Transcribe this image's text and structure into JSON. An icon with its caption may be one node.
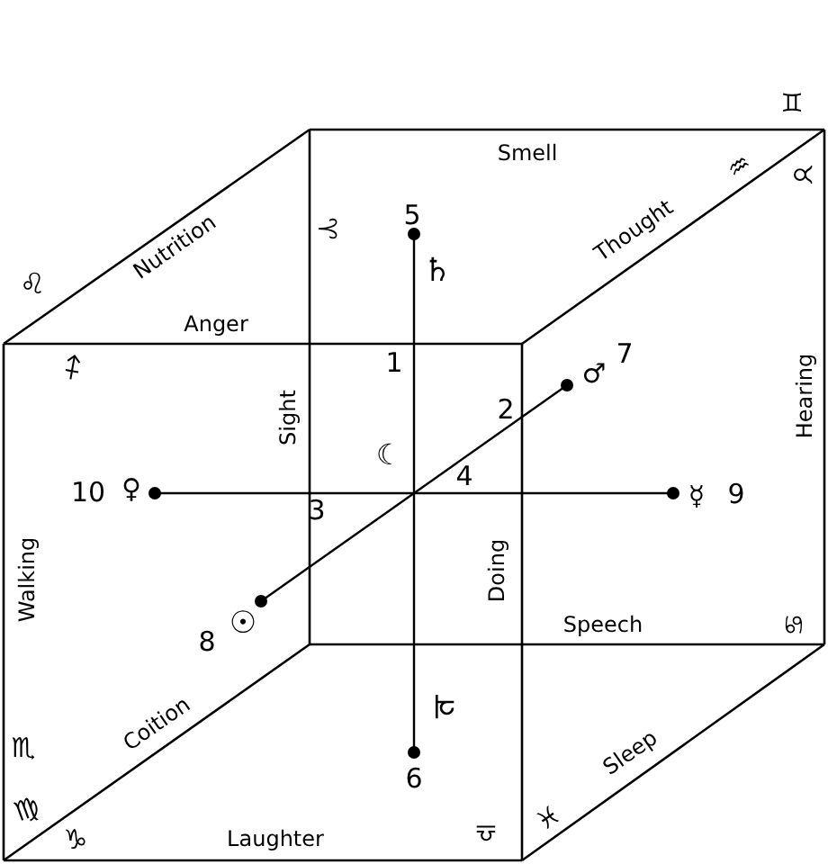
{
  "diagram": {
    "nodes": [
      {
        "text": [
          "5",
          "♄"
        ]
      },
      {
        "text": [
          "♃",
          "6"
        ]
      },
      {
        "text": [
          "10",
          "♀"
        ]
      },
      {
        "text": [
          "☿",
          "9"
        ]
      },
      {
        "text": [
          "☉",
          "8"
        ]
      },
      {
        "text": [
          "♂",
          "7"
        ]
      }
    ],
    "edges": [
      {
        "from": 0,
        "to": 1,
        "arrow": "none"
      },
      {
        "from": 2,
        "to": 3,
        "arrow": "none"
      },
      {
        "from": 4,
        "to": 5,
        "arrow": "none"
      }
    ],
    "labels": [
      "♊",
      "Smell",
      "♈",
      "♒",
      "♉",
      "Nutrition",
      "Thought",
      "♌",
      "♐",
      "Anger",
      "1",
      "2",
      "Sight",
      "☾",
      "Hearing",
      "4",
      "3",
      "Walking",
      "Doing",
      "Speech",
      "♋",
      "♏",
      "Coition",
      "Sleep",
      "♍",
      "♎",
      "♓",
      "♑",
      "Laughter"
    ]
  }
}
